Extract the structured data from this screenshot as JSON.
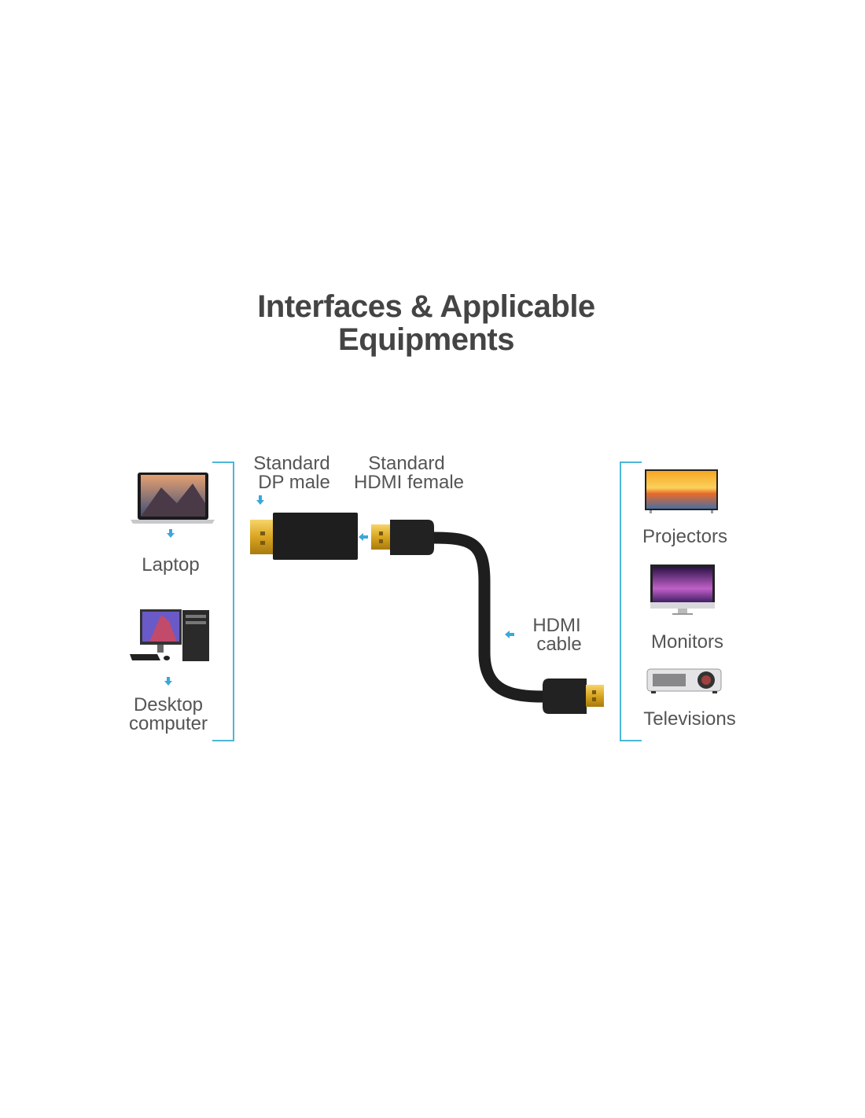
{
  "title": {
    "line1": "Interfaces & Applicable",
    "line2": "Equipments"
  },
  "left_devices": [
    {
      "label": "Laptop",
      "icon": "laptop-icon"
    },
    {
      "label_line1": "Desktop",
      "label_line2": "computer",
      "icon": "desktop-computer-icon"
    }
  ],
  "connectors": {
    "dp": {
      "line1": "Standard",
      "line2": "DP male"
    },
    "hdmi_female": {
      "line1": "Standard",
      "line2": "HDMI female"
    },
    "cable": {
      "line1": "HDMI",
      "line2": "cable"
    }
  },
  "right_devices": [
    {
      "label": "Projectors",
      "icon": "tv-icon"
    },
    {
      "label": "Monitors",
      "icon": "monitor-icon"
    },
    {
      "label": "Televisions",
      "icon": "projector-icon"
    }
  ],
  "colors": {
    "accent": "#4db6d8",
    "text": "#555555",
    "title": "#444444",
    "gold": "#d9a520",
    "body": "#222222"
  }
}
